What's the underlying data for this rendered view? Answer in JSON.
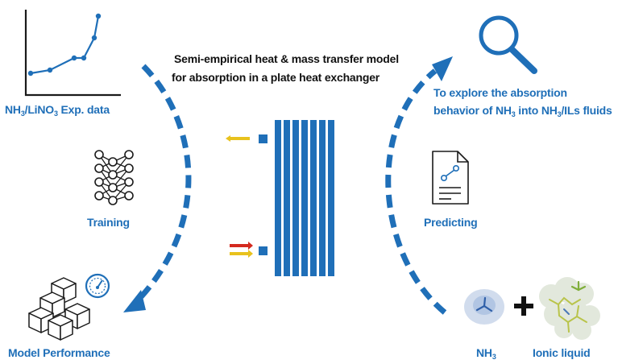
{
  "colors": {
    "accent_blue": "#1f6fb8",
    "dark": "#1a1a1a",
    "yellow": "#e8c21d",
    "red": "#d42a1f"
  },
  "header": {
    "line1": "Semi-empirical heat & mass transfer model",
    "line2": "for  absorption in a plate heat exchanger"
  },
  "left": {
    "exp_data": {
      "prefix": "NH",
      "sub1": "3",
      "mid": "/LiNO",
      "sub2": "3",
      "suffix": " Exp. data"
    },
    "training": "Training",
    "model_performance": "Model Performance"
  },
  "right": {
    "explore": {
      "line1": "To explore the absorption",
      "l2a": "behavior of NH",
      "l2sub1": "3",
      "l2b": " into NH",
      "l2sub2": "3",
      "l2c": "/ILs fluids"
    },
    "predicting": "Predicting",
    "nh3": {
      "prefix": "NH",
      "sub": "3"
    },
    "ionic_liquid": "Ionic liquid"
  },
  "icons": [
    "line-chart-icon",
    "neural-network-icon",
    "cubes-gauge-icon",
    "magnifier-icon",
    "report-document-icon",
    "nh3-molecule-icon",
    "plus-icon",
    "ionic-liquid-molecule-icon",
    "plate-heat-exchanger-icon"
  ]
}
